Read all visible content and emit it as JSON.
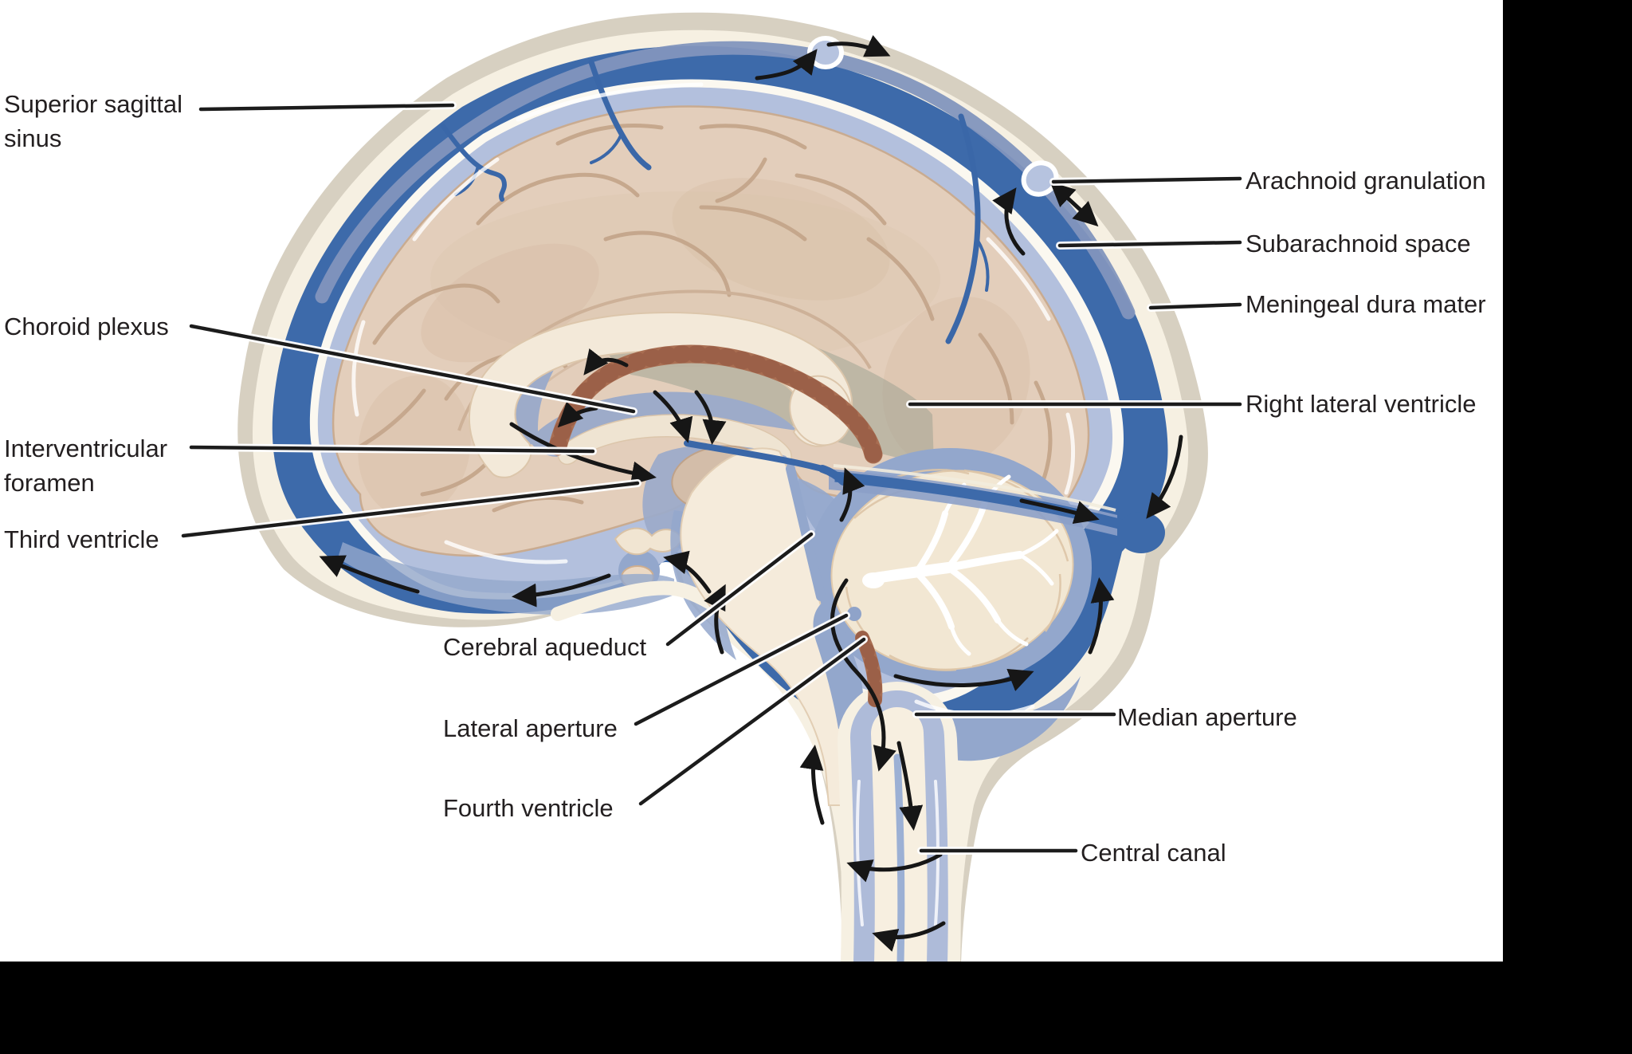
{
  "figure": {
    "kind": "anatomical illustration",
    "subject": "Cerebrospinal fluid (CSF) circulation in a sagittal section of the human brain",
    "background_color": "#ffffff",
    "letterbox_color": "#000000",
    "label_text_color": "#231f20",
    "leader_line_color": "#1c1c1c"
  },
  "palette": {
    "skull_bone": "#d7d0c1",
    "periosteum_cream": "#f6f0e2",
    "dura_sinus_blue": "#3d6aaa",
    "sinus_lumen_blue": "#8295bd",
    "arachnoid_white": "#fbf8f0",
    "subarachnoid_csf": "#b3c0dd",
    "cistern_csf": "#93a7cc",
    "brain_tan": "#e3cebb",
    "gyri_line": "#c3a489",
    "corpus_callosum_cream": "#f3e9d9",
    "ventricle_blue": "#9dabc9",
    "choroid_plexus_brown": "#a96e52",
    "vein_blue": "#3a67a8",
    "cerebellum_cream": "#f2e7d3",
    "flow_arrow_black": "#161616"
  },
  "labels": {
    "superior_sagittal_sinus": "Superior sagittal sinus",
    "choroid_plexus": "Choroid plexus",
    "interventricular_foramen": "Interventricular foramen",
    "third_ventricle": "Third ventricle",
    "cerebral_aqueduct": "Cerebral aqueduct",
    "lateral_aperture": "Lateral aperture",
    "fourth_ventricle": "Fourth ventricle",
    "arachnoid_granulation": "Arachnoid granulation",
    "subarachnoid_space": "Subarachnoid space",
    "meningeal_dura_mater": "Meningeal dura mater",
    "right_lateral_ventricle": "Right lateral ventricle",
    "median_aperture": "Median aperture",
    "central_canal": "Central canal"
  }
}
